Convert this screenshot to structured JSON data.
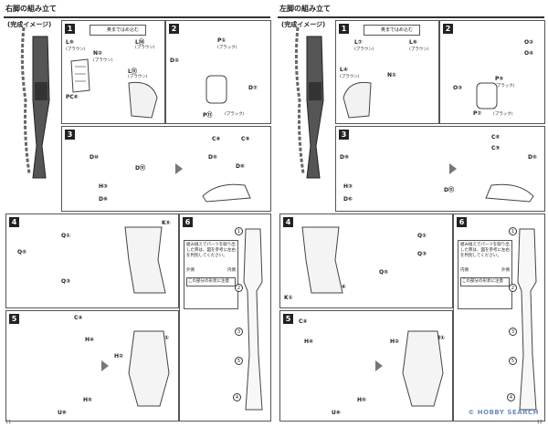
{
  "left_page": {
    "title": "右脚の組み立て",
    "complete_label": "(完成イメージ)",
    "page_number": "11",
    "steps": [
      {
        "num": "1",
        "callouts": [
          "奥まではめ込む"
        ],
        "labels": [
          "L⑨",
          "(ブラウン)",
          "N②",
          "(ブラウン)",
          "L⑭",
          "(ブラウン)",
          "L⑪",
          "(ブラウン)",
          "PC⑥"
        ]
      },
      {
        "num": "2",
        "labels": [
          "P①",
          "(ブラック)",
          "D②",
          "D⑦",
          "P⑪",
          "(ブラック)"
        ]
      },
      {
        "num": "3",
        "labels": [
          "D⑩",
          "D⑪",
          "C⑧",
          "C⑨",
          "D⑤",
          "D⑥",
          "H③",
          "D⑧"
        ]
      },
      {
        "num": "4",
        "labels": [
          "Q①",
          "Q③",
          "Q⑤",
          "K⑤",
          "K⑥"
        ]
      },
      {
        "num": "5",
        "labels": [
          "C④",
          "H④",
          "H②",
          "H①",
          "H⑤",
          "U⑧"
        ]
      },
      {
        "num": "6",
        "note": "組み換えでパーツを取り出した際は、図を参考に左右を判別してください。",
        "note_labels": [
          "外側",
          "内側"
        ],
        "note_bottom": "この部分の形状に注意",
        "labels": [
          "1",
          "2",
          "3",
          "4",
          "5"
        ]
      }
    ]
  },
  "right_page": {
    "title": "左脚の組み立て",
    "complete_label": "(完成イメージ)",
    "page_number": "12",
    "steps": [
      {
        "num": "1",
        "callouts": [
          "奥まではめ込む"
        ],
        "labels": [
          "L⑦",
          "(ブラウン)",
          "L⑧",
          "(ブラウン)",
          "L④",
          "(ブラウン)",
          "N①"
        ]
      },
      {
        "num": "2",
        "labels": [
          "O②",
          "O④",
          "O③",
          "P⑤",
          "(ブラック)",
          "P⑦",
          "(ブラック)"
        ]
      },
      {
        "num": "3",
        "labels": [
          "D⑨",
          "D⑪",
          "C⑥",
          "C⑨",
          "D⑤",
          "H③",
          "D⑥"
        ]
      },
      {
        "num": "4",
        "labels": [
          "Q①",
          "Q③",
          "Q⑤",
          "K①",
          "K④"
        ]
      },
      {
        "num": "5",
        "labels": [
          "C④",
          "H④",
          "H②",
          "H①",
          "H⑤",
          "U⑧"
        ]
      },
      {
        "num": "6",
        "note": "組み換えでパーツを取り出した際は、図を参考に左右を判別してください。",
        "note_labels": [
          "内側",
          "外側"
        ],
        "note_bottom": "この部分の形状に注意",
        "labels": [
          "1",
          "2",
          "3",
          "4",
          "5"
        ]
      }
    ]
  },
  "watermark": "© HOBBY SEARCH"
}
